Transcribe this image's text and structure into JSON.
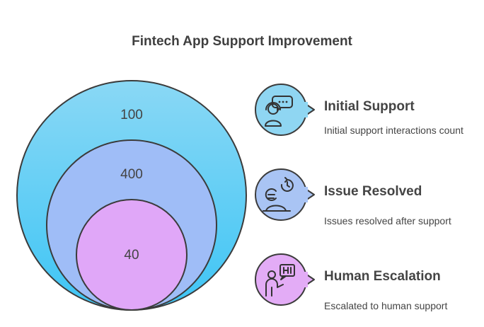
{
  "title": "Fintech App Support Improvement",
  "circles": [
    {
      "value": "100",
      "color": "#4fc7f4"
    },
    {
      "value": "400",
      "color": "#9fbdf7"
    },
    {
      "value": "40",
      "color": "#e0a7f8"
    }
  ],
  "items": [
    {
      "title": "Initial Support",
      "description": "Initial support interactions count",
      "icon": "customer-support-agent-icon",
      "color": "#8fd6f2"
    },
    {
      "title": "Issue Resolved",
      "description": "Issues resolved after support",
      "icon": "person-with-refresh-icon",
      "color": "#a9c4f4"
    },
    {
      "title": "Human Escalation",
      "description": "Escalated to human support",
      "icon": "person-saying-hi-icon",
      "color": "#e3acf6"
    }
  ]
}
